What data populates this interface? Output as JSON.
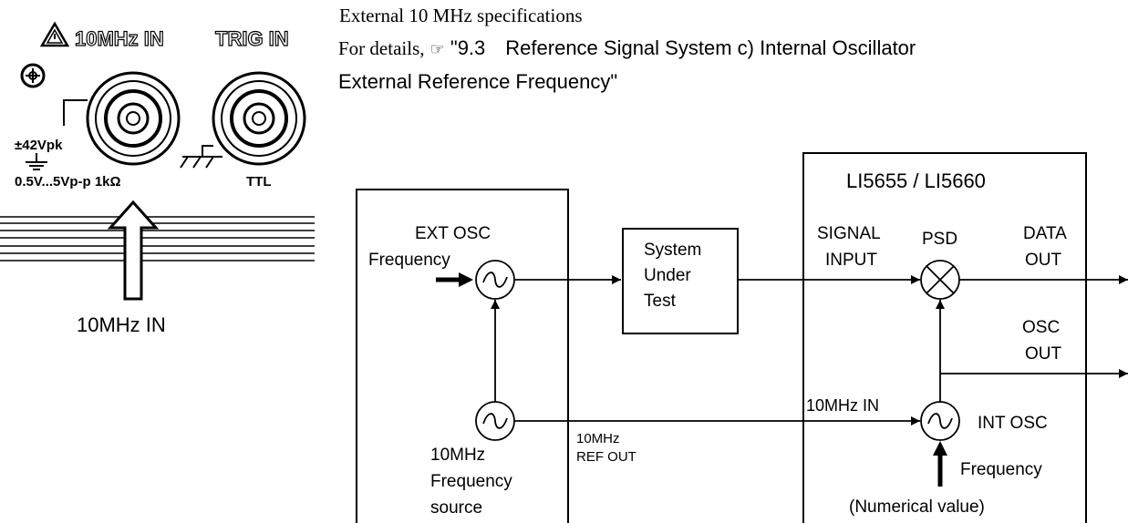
{
  "panel": {
    "ext_warning_label": "10MHz IN",
    "trig_label": "TRIG IN",
    "voltage_limit": "±42Vpk",
    "input_spec": "0.5V...5Vp-p 1kΩ",
    "ttl_label": "TTL",
    "arrow_caption": "10MHz IN"
  },
  "spec_text": {
    "title": "External 10 MHz specifications",
    "details_prefix": "For details,",
    "ref_line1": "\"9.3 Reference Signal System c) Internal Oscillator",
    "ref_line2": "External Reference Frequency\""
  },
  "diagram": {
    "ext_osc": "EXT OSC",
    "frequency_in": "Frequency",
    "source_10mhz": "10MHz",
    "source_frequency": "Frequency",
    "source_word": "source",
    "ref_out_10mhz": "10MHz",
    "ref_out": "REF OUT",
    "sut_line1": "System",
    "sut_line2": "Under",
    "sut_line3": "Test",
    "lockin_title": "LI5655 / LI5660",
    "signal": "SIGNAL",
    "input": "INPUT",
    "psd": "PSD",
    "data": "DATA",
    "data_out": "OUT",
    "osc": "OSC",
    "osc_out": "OUT",
    "in_10mhz": "10MHz IN",
    "int_osc": "INT OSC",
    "int_frequency": "Frequency",
    "numerical_value": "(Numerical value)"
  }
}
